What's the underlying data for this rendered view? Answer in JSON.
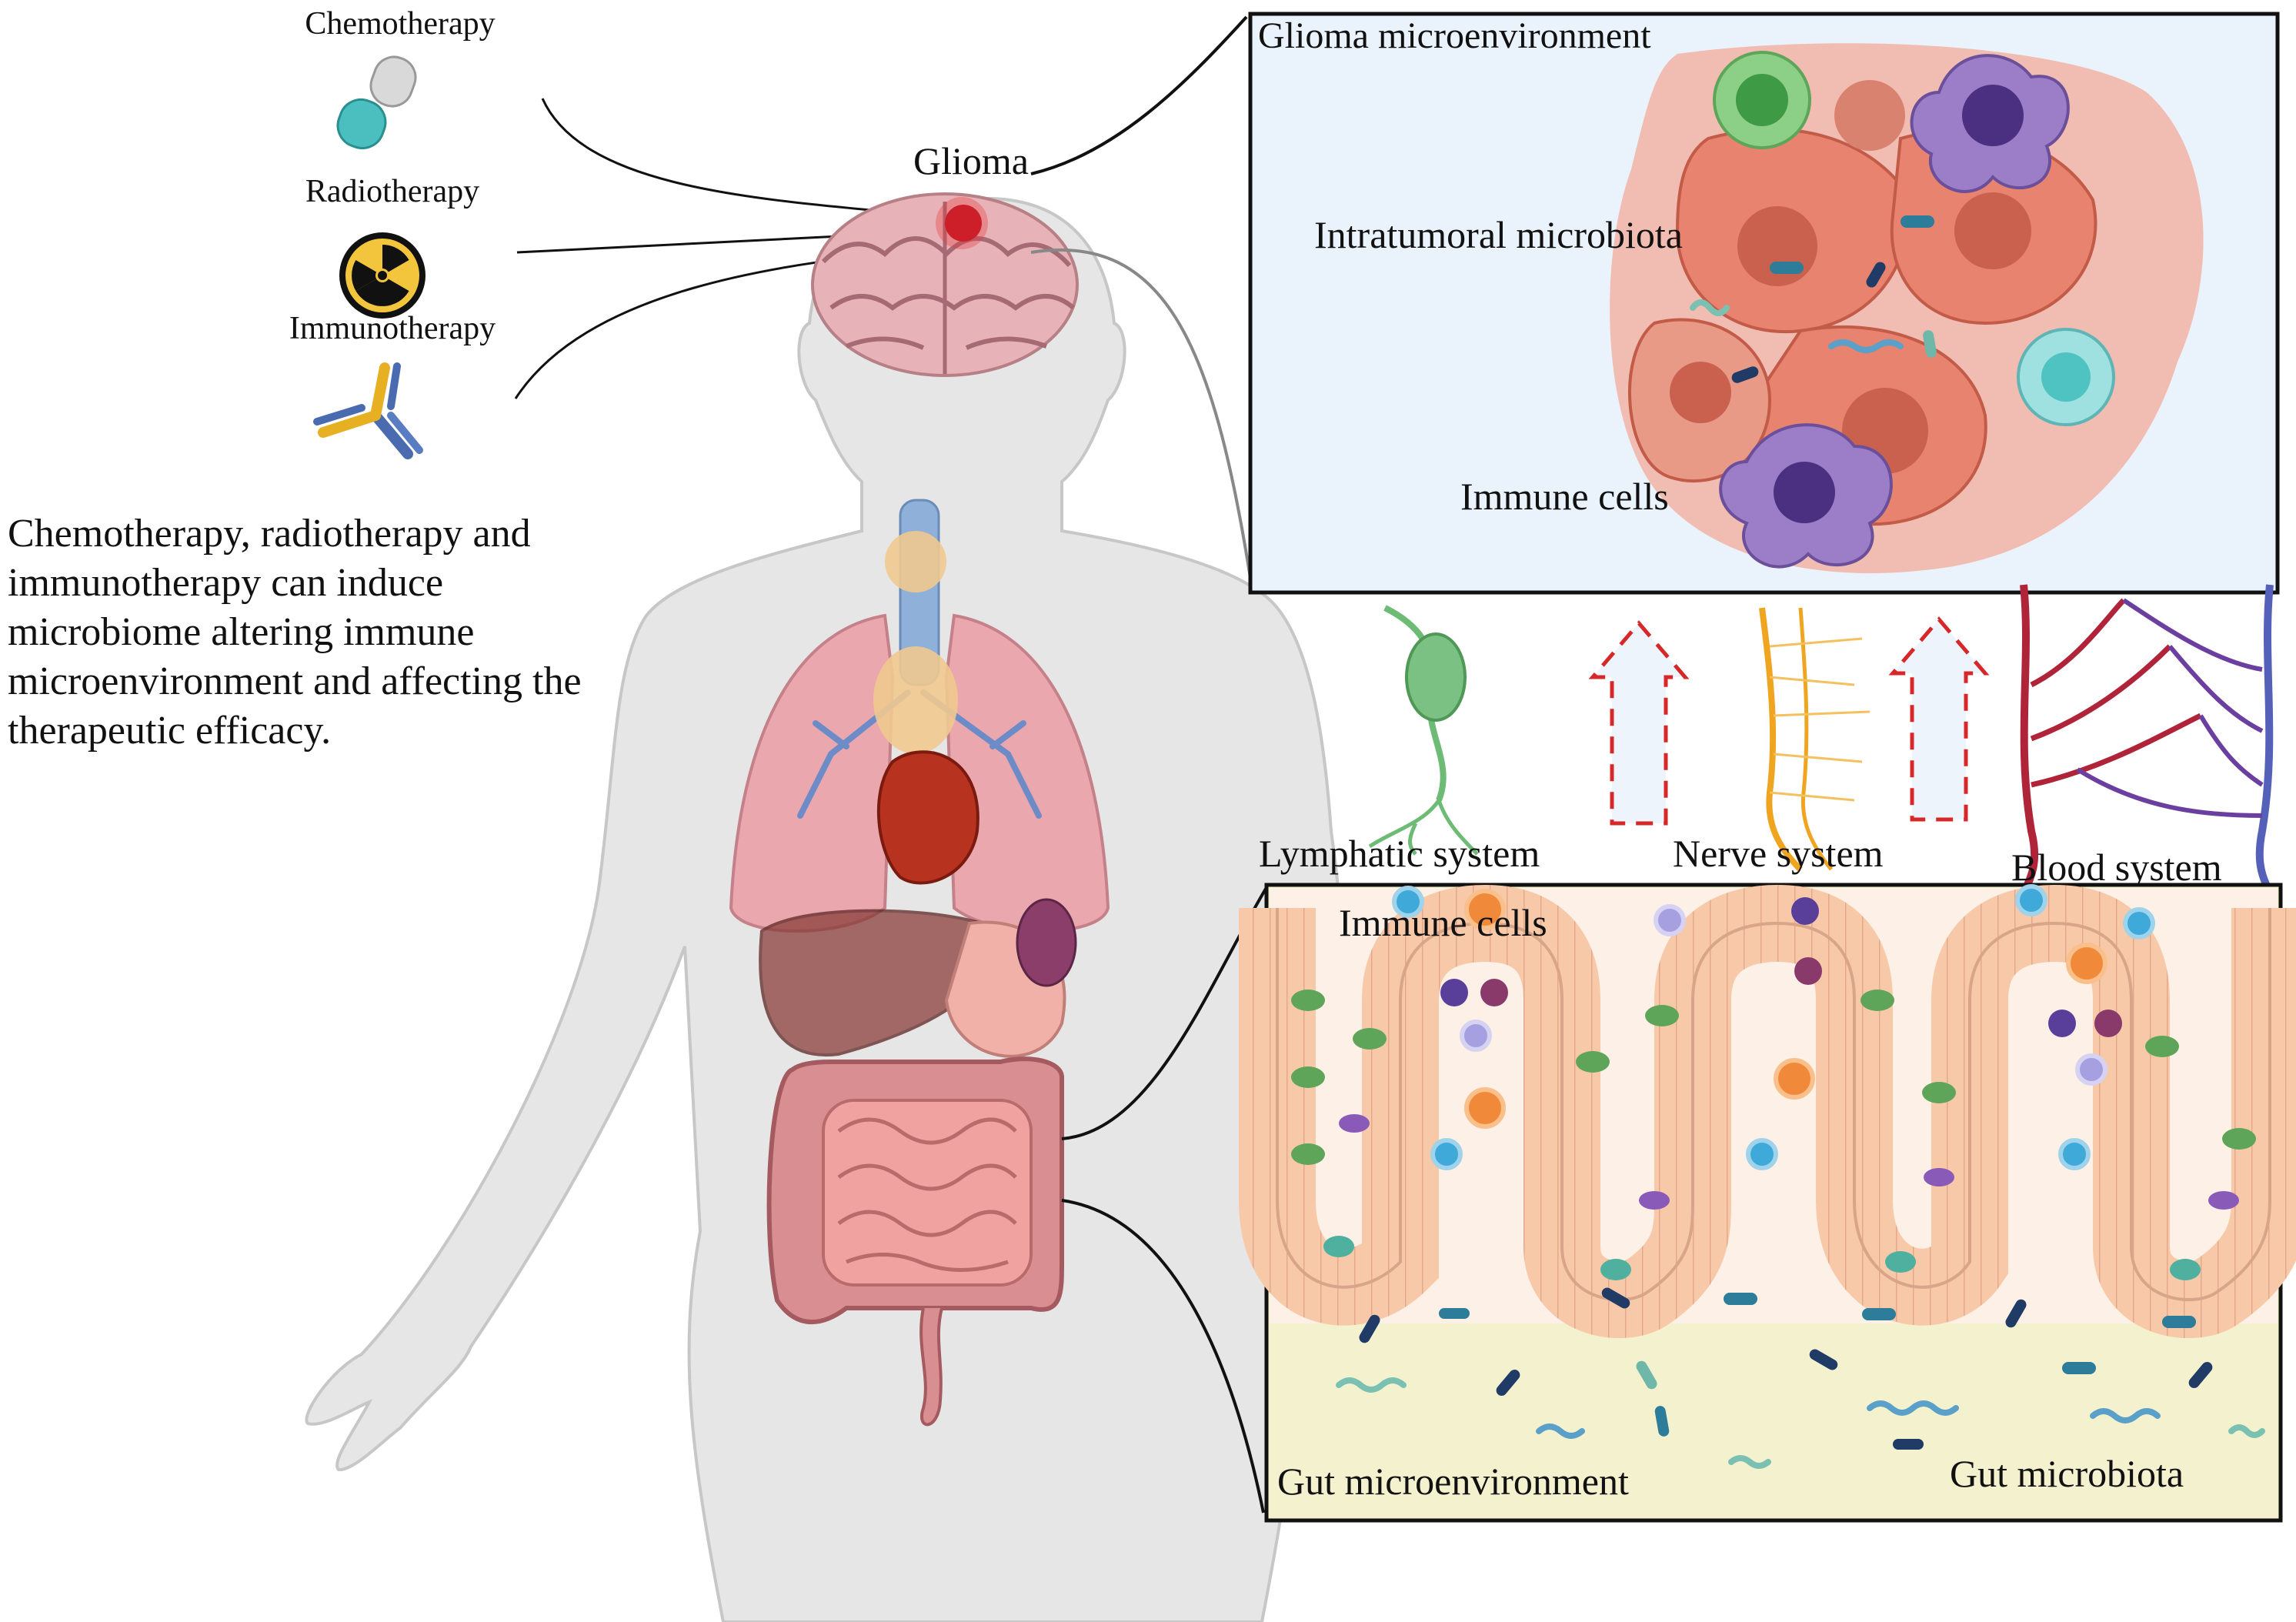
{
  "therapies": {
    "chemo_label": "Chemotherapy",
    "radio_label": "Radiotherapy",
    "immuno_label": "Immunotherapy",
    "pill_icon": "capsule-icon",
    "radiation_icon": "radiation-hazard-icon",
    "antibody_icon": "antibody-icon"
  },
  "summary_text": "Chemotherapy, radiotherapy and immunotherapy can induce microbiome altering immune microenvironment and affecting the therapeutic efficacy.",
  "body": {
    "glioma_label": "Glioma"
  },
  "glioma_panel": {
    "title": "Glioma microenvironment",
    "microbiota_label": "Intratumoral microbiota",
    "immune_label": "Immune cells"
  },
  "axis": {
    "lymphatic_label": "Lymphatic system",
    "nerve_label": "Nerve system",
    "blood_label": "Blood system"
  },
  "gut_panel": {
    "immune_label": "Immune cells",
    "environment_label": "Gut microenvironment",
    "microbiota_label": "Gut microbiota"
  },
  "colors": {
    "arrow_dashed": "#d62828",
    "tumor_cell": "#e8836f",
    "glioma_panel_bg": "#eaf2fb",
    "gut_panel_bg": "#f4f1cf",
    "lymph_green": "#6dbb74",
    "nerve_orange": "#f0a520",
    "artery_red": "#b0243a",
    "vein_blue": "#5560b8"
  }
}
